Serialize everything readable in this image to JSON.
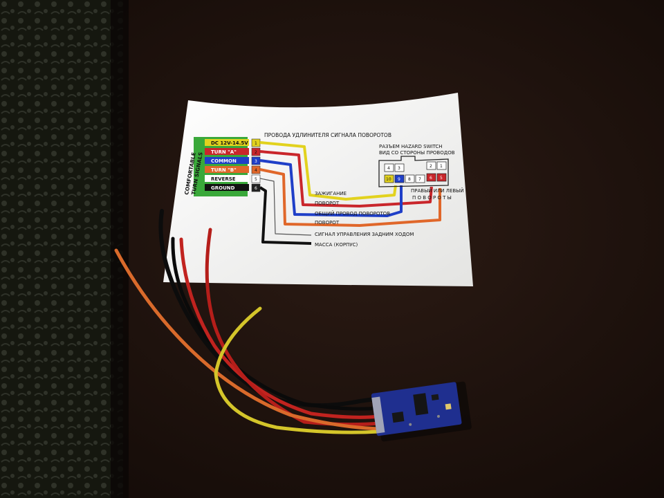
{
  "diagram": {
    "block_title_line1": "COMFORTABLE",
    "block_title_line2": "TURN SIGNALS",
    "pins": [
      {
        "num": "1",
        "label": "DC 12V-14.5V",
        "color": "#e2d21e",
        "wire_label": "ЗАЖИГАНИЕ"
      },
      {
        "num": "2",
        "label": "TURN \"A\"",
        "color": "#c9262b",
        "wire_label": "ПОВОРОТ"
      },
      {
        "num": "3",
        "label": "COMMON",
        "color": "#1f3fc8",
        "wire_label": "ОБЩИЙ ПРОВОД ПОВОРОТОВ"
      },
      {
        "num": "4",
        "label": "TURN \"B\"",
        "color": "#e0672a",
        "wire_label": "ПОВОРОТ"
      },
      {
        "num": "5",
        "label": "REVERSE",
        "color": "#ffffff",
        "wire_label": "СИГНАЛ УПРАВЛЕНИЯ ЗАДНИМ ХОДОМ"
      },
      {
        "num": "6",
        "label": "GROUND",
        "color": "#111111",
        "wire_label": "МАССА (КОРПУС)"
      }
    ],
    "top_note": "ПРОВОДА УДЛИНИТЕЛЯ СИГНАЛА ПОВОРОТОВ",
    "connector_title_line1": "РАЗЪЕМ HAZARD SWITCH",
    "connector_title_line2": "ВИД СО СТОРОНЫ ПРОВОДОВ",
    "connector_pins": [
      "1",
      "2",
      "3",
      "4",
      "5",
      "6",
      "7",
      "8",
      "9",
      "10"
    ],
    "side_note_line1": "ПРАВЫЙ ИЛИ ЛЕВЫЙ",
    "side_note_line2": "П О В О Р О Т Ы"
  },
  "colors": {
    "table": "#1e120d",
    "carpet": "#1c1e1a",
    "paper": "#f6f6f4",
    "green_block": "#3aa83a",
    "pcb": "#1f2f8f",
    "wire_yellow": "#d4c52a",
    "wire_red": "#c1231f",
    "wire_orange": "#d96a2b",
    "wire_black": "#0c0c0c"
  }
}
